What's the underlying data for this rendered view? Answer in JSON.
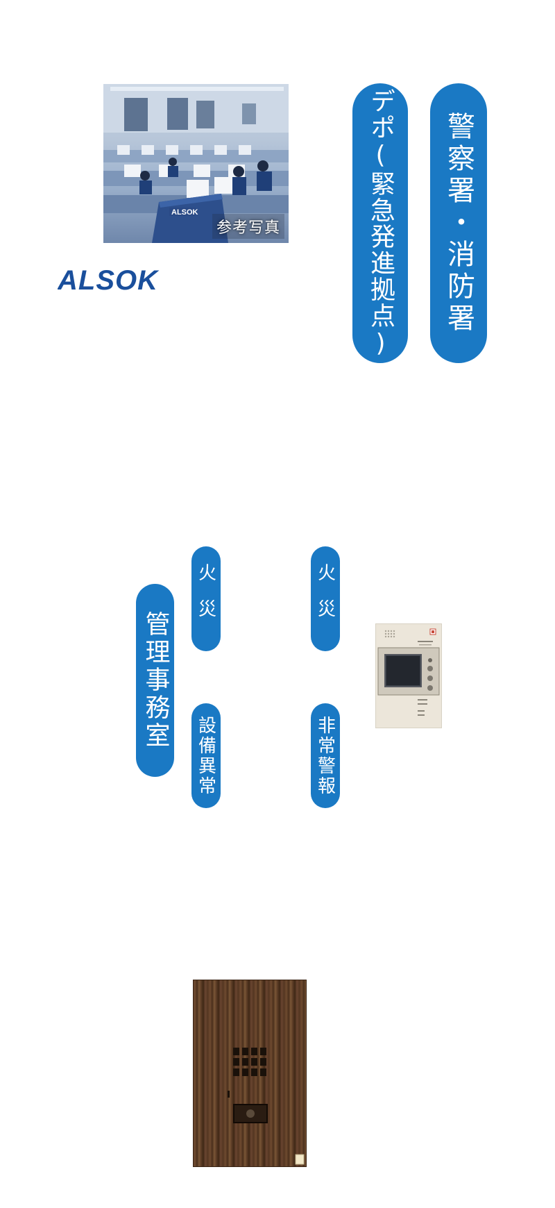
{
  "photo": {
    "caption": "参考写真",
    "monitor_label": "ALSOK"
  },
  "logo": {
    "text": "ALSOK",
    "color": "#1a4f9c"
  },
  "pills": {
    "police_fire": "警察署・消防署",
    "depot": "デポ(緊急発進拠点)",
    "management_office": "管理事務室",
    "fire_left": "火災",
    "equipment_abnormal": "設備異常",
    "fire_right": "火災",
    "emergency_alarm": "非常警報"
  },
  "colors": {
    "pill_blue": "#1a79c4",
    "logo_blue": "#1a4f9c"
  }
}
